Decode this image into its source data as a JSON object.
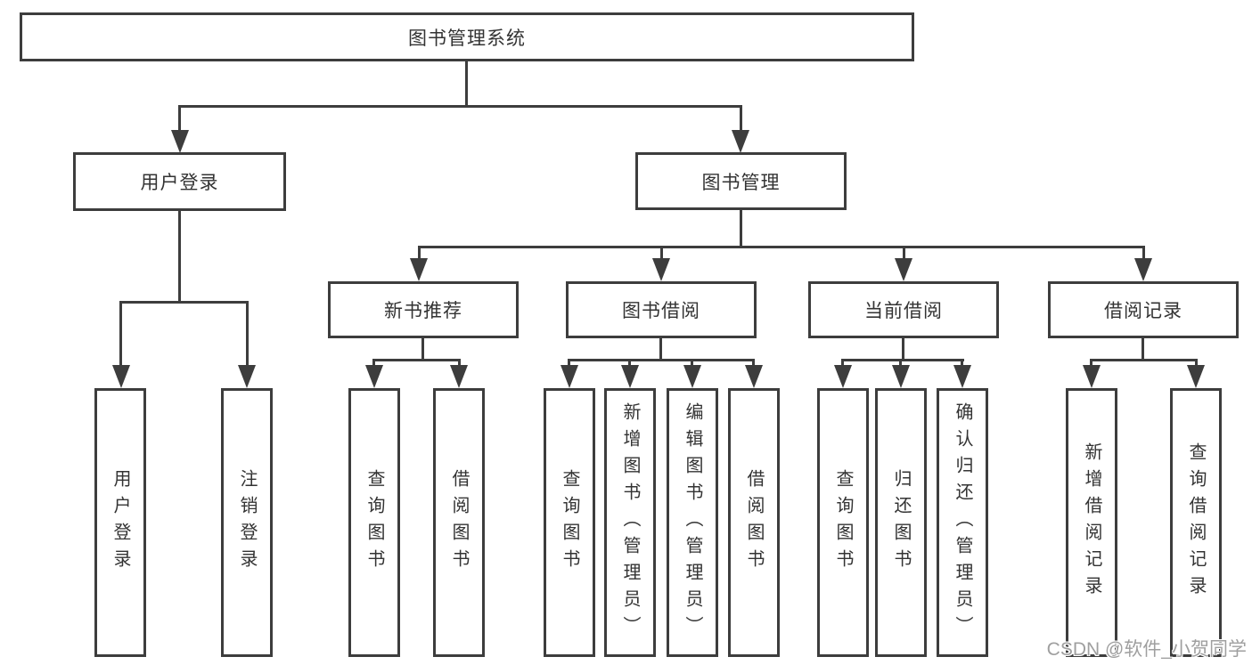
{
  "nodes": {
    "root": "图书管理系统",
    "userLogin": "用户登录",
    "bookMgmt": "图书管理",
    "newBook": "新书推荐",
    "bookBorrow": "图书借阅",
    "currentBorrow": "当前借阅",
    "borrowRecord": "借阅记录",
    "leafUserLogin": "用户登录",
    "leafLogout": "注销登录",
    "leafNbQuery": "查询图书",
    "leafNbBorrow": "借阅图书",
    "leafBbQuery": "查询图书",
    "leafBbAdd": "新增图书（管理员）",
    "leafBbEdit": "编辑图书（管理员）",
    "leafBbBorrow": "借阅图书",
    "leafCbQuery": "查询图书",
    "leafCbReturn": "归还图书",
    "leafCbConfirm": "确认归还（管理员）",
    "leafBrAdd": "新增借阅记录",
    "leafBrQuery": "查询借阅记录"
  },
  "watermark": {
    "text": "CSDN @软件_小贺同学"
  },
  "colors": {
    "line": "#3d3d3d",
    "text": "#333333",
    "watermark_text": "#9f9f9f",
    "background": "#ffffff"
  }
}
